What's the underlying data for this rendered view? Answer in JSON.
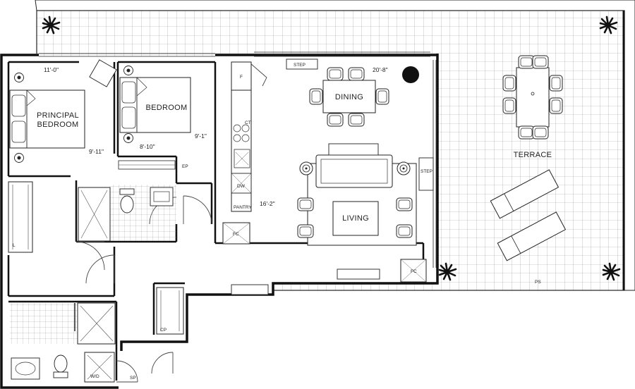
{
  "rooms": {
    "principal_bedroom_line1": "PRINCIPAL",
    "principal_bedroom_line2": "BEDROOM",
    "bedroom": "BEDROOM",
    "dining": "DINING",
    "living": "LIVING",
    "terrace": "TERRACE"
  },
  "dimensions": {
    "principal_width": "11'-0\"",
    "principal_depth": "9'-11\"",
    "bedroom_depth": "9'-1\"",
    "bedroom_width": "8'-10\"",
    "living_depth": "16'-2\"",
    "dining_width": "20'-8\""
  },
  "tags": {
    "step_top": "STEP",
    "step_side": "STEP",
    "fridge": "F",
    "cooktop": "CT",
    "dishwasher": "DW",
    "pantry": "PANTRY",
    "fc_kitchen": "FC",
    "fc_living": "FC",
    "ep": "EP",
    "linen": "L",
    "cp": "CP",
    "washer_dryer": "W/D",
    "sp": "SP",
    "ps": "PS"
  }
}
